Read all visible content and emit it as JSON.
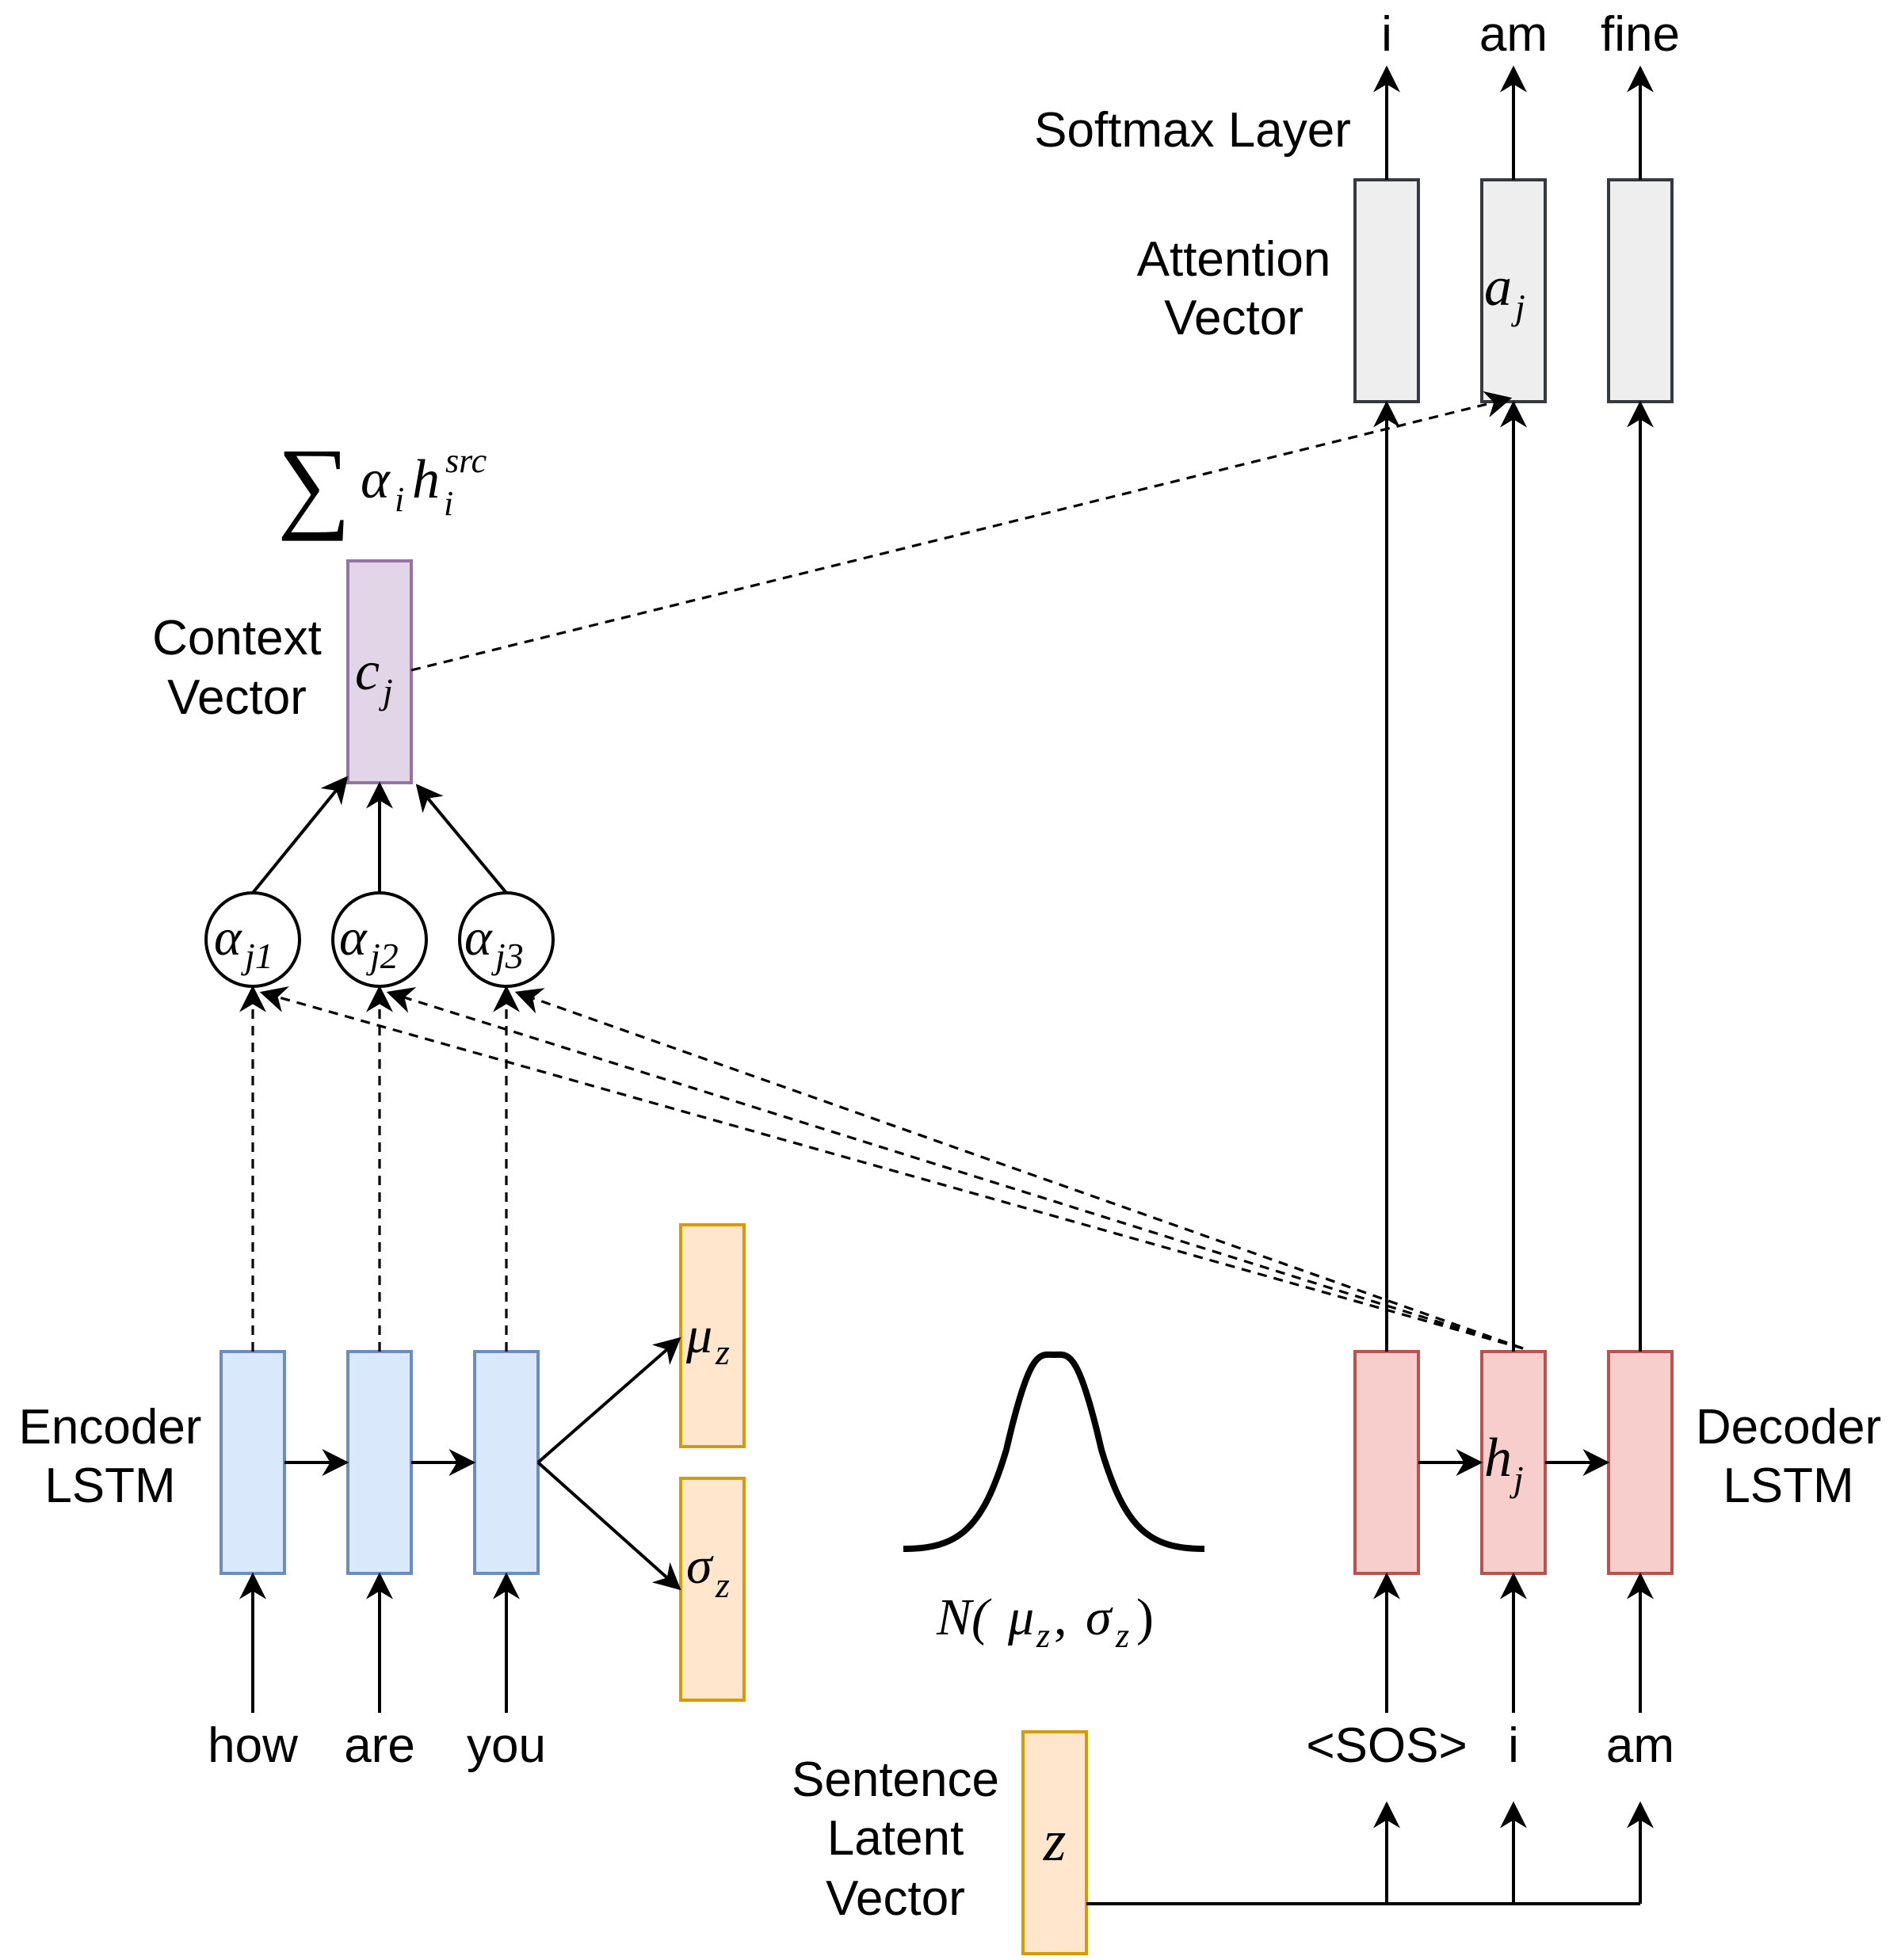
{
  "colors": {
    "encoder_fill": "#dae8fc",
    "encoder_stroke": "#6c8ebf",
    "decoder_fill": "#f8cecc",
    "decoder_stroke": "#b85450",
    "latent_fill": "#ffe6cc",
    "latent_stroke": "#d79b00",
    "context_fill": "#e1d5e7",
    "context_stroke": "#9673a6",
    "attention_fill": "#eeeeee",
    "attention_stroke": "#36393d"
  },
  "labels": {
    "encoder": [
      "Encoder",
      "LSTM"
    ],
    "decoder": [
      "Decoder",
      "LSTM"
    ],
    "context": [
      "Context",
      "Vector"
    ],
    "attention": [
      "Attention",
      "Vector"
    ],
    "softmax": "Softmax Layer",
    "latent": [
      "Sentence",
      "Latent",
      "Vector"
    ]
  },
  "inputs": {
    "encoder": [
      "how",
      "are",
      "you"
    ],
    "decoder": [
      "<SOS>",
      "i",
      "am"
    ]
  },
  "outputs": [
    "i",
    "am",
    "fine"
  ],
  "math": {
    "sum_symbol": "∑",
    "alpha": "α",
    "alpha_sub": "i",
    "h": "h",
    "h_sup": "src",
    "h_sub": "i",
    "context_base": "c",
    "context_sub": "j",
    "attention_base": "a",
    "attention_sub": "j",
    "decoder_base": "h",
    "decoder_sub": "j",
    "weights": [
      {
        "base": "α",
        "sub": "j1"
      },
      {
        "base": "α",
        "sub": "j2"
      },
      {
        "base": "α",
        "sub": "j3"
      }
    ],
    "mu_base": "μ",
    "mu_sub": "z",
    "sigma_base": "σ",
    "sigma_sub": "z",
    "z": "z",
    "normal_N": "N(",
    "normal_mu": "μ",
    "normal_sub1": "z",
    "normal_comma": ", ",
    "normal_sigma": "σ",
    "normal_sub2": "z",
    "normal_close": ")"
  }
}
